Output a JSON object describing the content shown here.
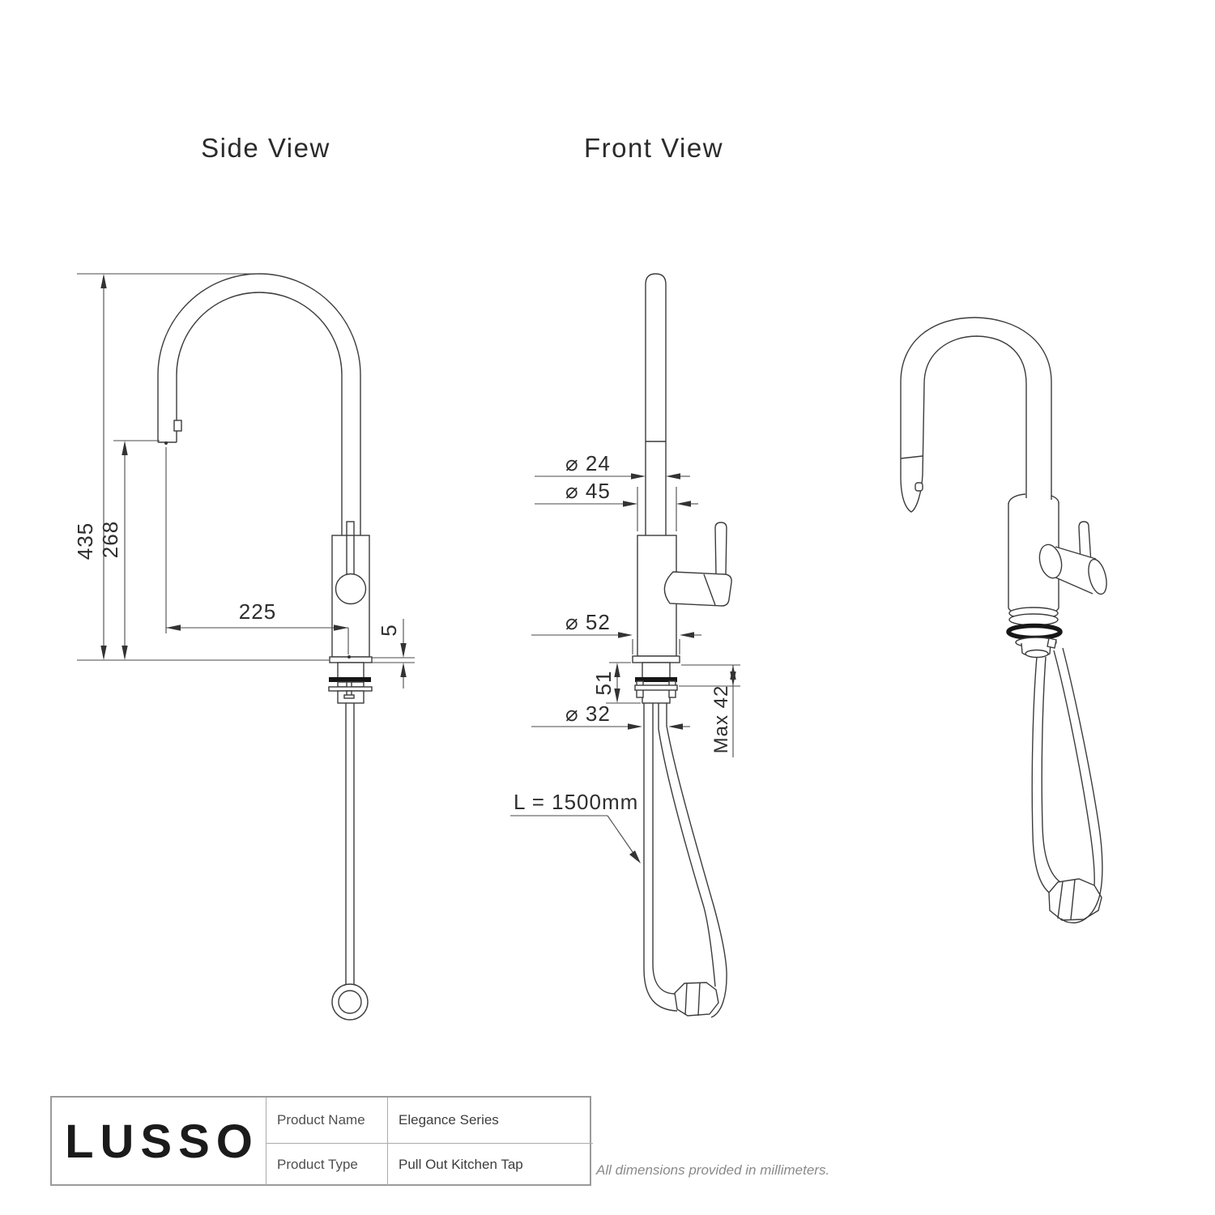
{
  "titles": {
    "side": "Side View",
    "front": "Front View"
  },
  "dimensions": {
    "total_height": "435",
    "spout_height": "268",
    "spout_reach": "225",
    "base_thickness": "5",
    "spout_diameter": "⌀ 24",
    "body_diameter": "⌀ 45",
    "base_diameter": "⌀ 52",
    "shank_height": "51",
    "max_counter": "Max 42",
    "hole_diameter": "⌀ 32",
    "hose_length": "L = 1500mm"
  },
  "title_block": {
    "brand": "LUSSO",
    "rows": [
      {
        "label": "Product Name",
        "value": "Elegance Series"
      },
      {
        "label": "Product Type",
        "value": "Pull Out Kitchen Tap"
      }
    ]
  },
  "footnote": "All dimensions provided in millimeters.",
  "colors": {
    "line": "#3c3c3c",
    "dimension_line": "#4a4a4a",
    "seal_band": "#161616",
    "table_border": "#9a9a9a",
    "note_text": "#8a8a8a"
  }
}
